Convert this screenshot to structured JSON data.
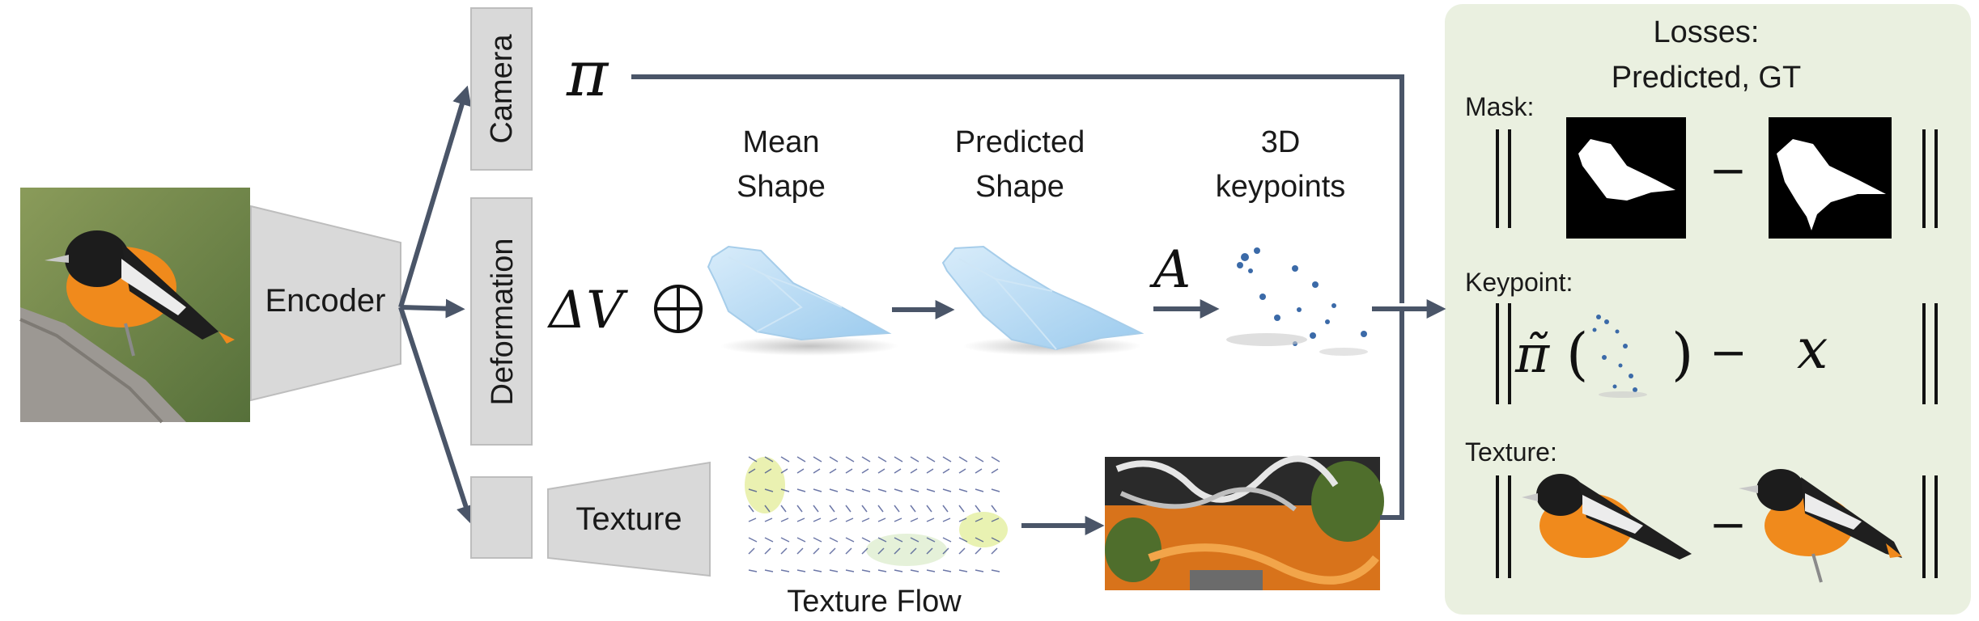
{
  "encoder": {
    "label": "Encoder"
  },
  "heads": {
    "camera": "Camera",
    "deformation": "Deformation",
    "texture": "Texture"
  },
  "symbols": {
    "camera": "π",
    "delta_v": "ΔV",
    "oplus": "⊕",
    "a": "A",
    "pi_tilde": "π̃",
    "open_paren": "(",
    "close_paren": ")",
    "minus": "−",
    "x": "x"
  },
  "shapes": {
    "mean": [
      "Mean",
      "Shape"
    ],
    "predicted": [
      "Predicted",
      "Shape"
    ],
    "keypoints": [
      "3D",
      "keypoints"
    ]
  },
  "texture_flow_label": "Texture Flow",
  "losses": {
    "title": [
      "Losses:",
      "Predicted, GT"
    ],
    "mask": "Mask:",
    "keypoint": "Keypoint:",
    "texture": "Texture:"
  },
  "colors": {
    "arrow": "#4a5568",
    "box_fill": "#d9d9d9",
    "loss_panel": "#eaf0e0",
    "mesh": "#b8dcf5",
    "keypoint_dot": "#3b6aa8",
    "bird_orange": "#f08a1c"
  }
}
